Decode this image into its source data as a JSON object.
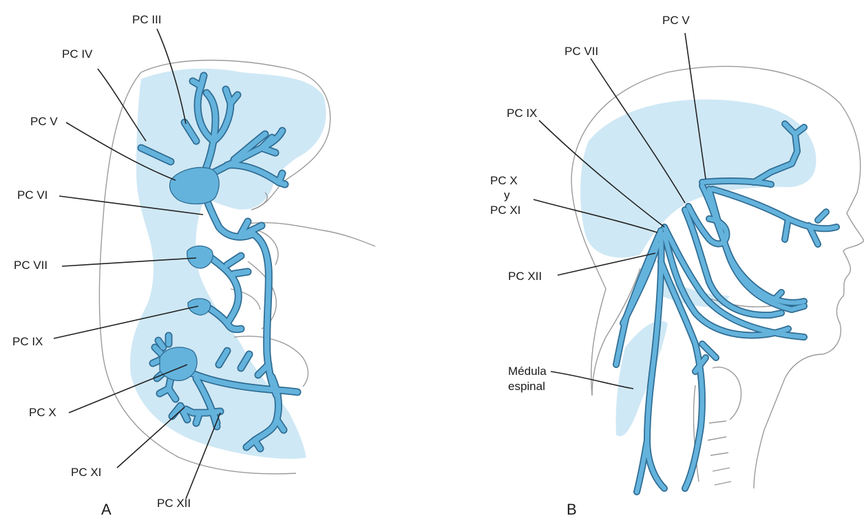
{
  "colors": {
    "nerve": "#64b3dc",
    "nerve_edge": "#2f6c93",
    "shaded_region": "#cfe8f5",
    "outline": "#9a9a9a",
    "label_text": "#1a1a1a"
  },
  "panel_a": {
    "letter": "A",
    "labels": [
      "PC III",
      "PC IV",
      "PC V",
      "PC VI",
      "PC VII",
      "PC IX",
      "PC X",
      "PC XI",
      "PC XII"
    ]
  },
  "panel_b": {
    "letter": "B",
    "labels": {
      "pc_v": "PC V",
      "pc_vii": "PC VII",
      "pc_ix": "PC IX",
      "pc_x_line1": "PC X",
      "pc_x_line2": "y",
      "pc_x_line3": "PC XI",
      "pc_xii": "PC XII",
      "medula_line1": "Médula",
      "medula_line2": "espinal"
    }
  }
}
